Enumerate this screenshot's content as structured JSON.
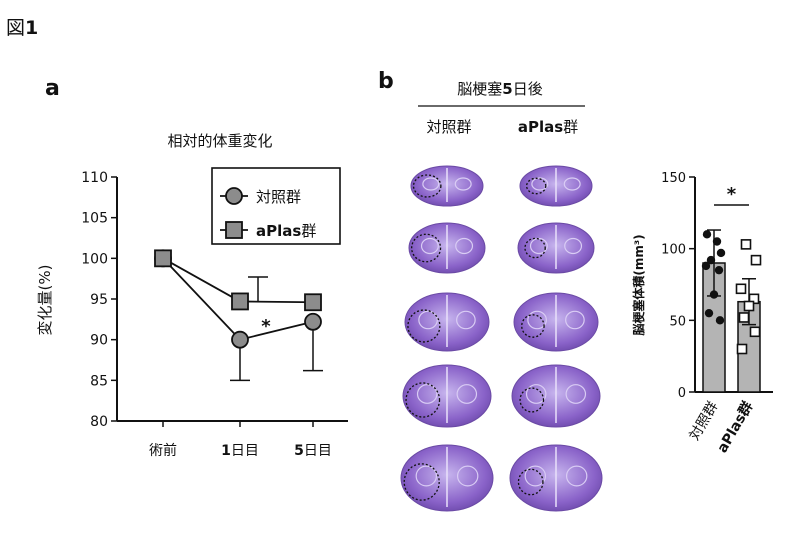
{
  "figure": {
    "title_prefix": "図",
    "title_number": "1"
  },
  "panel_a": {
    "letter": "a",
    "chart_data": {
      "type": "line",
      "title": "相対的体重変化",
      "ylabel": "変化量(%)",
      "categories": [
        "術前",
        "1日目",
        "5日目"
      ],
      "category_parts": [
        [
          "術前"
        ],
        [
          "1",
          "日目"
        ],
        [
          "5",
          "日目"
        ]
      ],
      "ylim": [
        80,
        110
      ],
      "yticks": [
        80,
        85,
        90,
        95,
        100,
        105,
        110
      ],
      "series": [
        {
          "name": "対照群",
          "marker": "circle",
          "values": [
            100,
            90,
            92.2
          ],
          "err": [
            0,
            5,
            6
          ],
          "err_dir": "down"
        },
        {
          "name": "aPlas群",
          "marker": "square",
          "values": [
            100,
            94.7,
            94.6
          ],
          "err": [
            0,
            3,
            0
          ],
          "err_dir": "up"
        }
      ],
      "annotation": "*",
      "legend": "top-right",
      "marker_color": "#8c8c8c"
    }
  },
  "panel_b": {
    "letter": "b",
    "header": "脳梗塞5日後",
    "header_parts": [
      "脳梗塞",
      "5",
      "日後"
    ],
    "columns": [
      "対照群",
      "aPlas群"
    ],
    "column_parts": [
      [
        "対照群"
      ],
      [
        "aPlas",
        "群"
      ]
    ],
    "stain_color": "#8a63c9",
    "chart_data": {
      "type": "bar",
      "categories": [
        "対照群",
        "aPlas群"
      ],
      "values": [
        90,
        63
      ],
      "err": [
        23,
        16
      ],
      "points": [
        [
          110,
          105,
          92,
          97,
          88,
          85,
          68,
          55,
          50
        ],
        [
          103,
          92,
          72,
          65,
          60,
          52,
          42,
          30
        ]
      ],
      "ylabel": "脳梗塞体積(mm³)",
      "ylim": [
        0,
        150
      ],
      "yticks": [
        0,
        50,
        100,
        150
      ],
      "annotation": "*",
      "bar_color": "#b4b4b4"
    }
  }
}
